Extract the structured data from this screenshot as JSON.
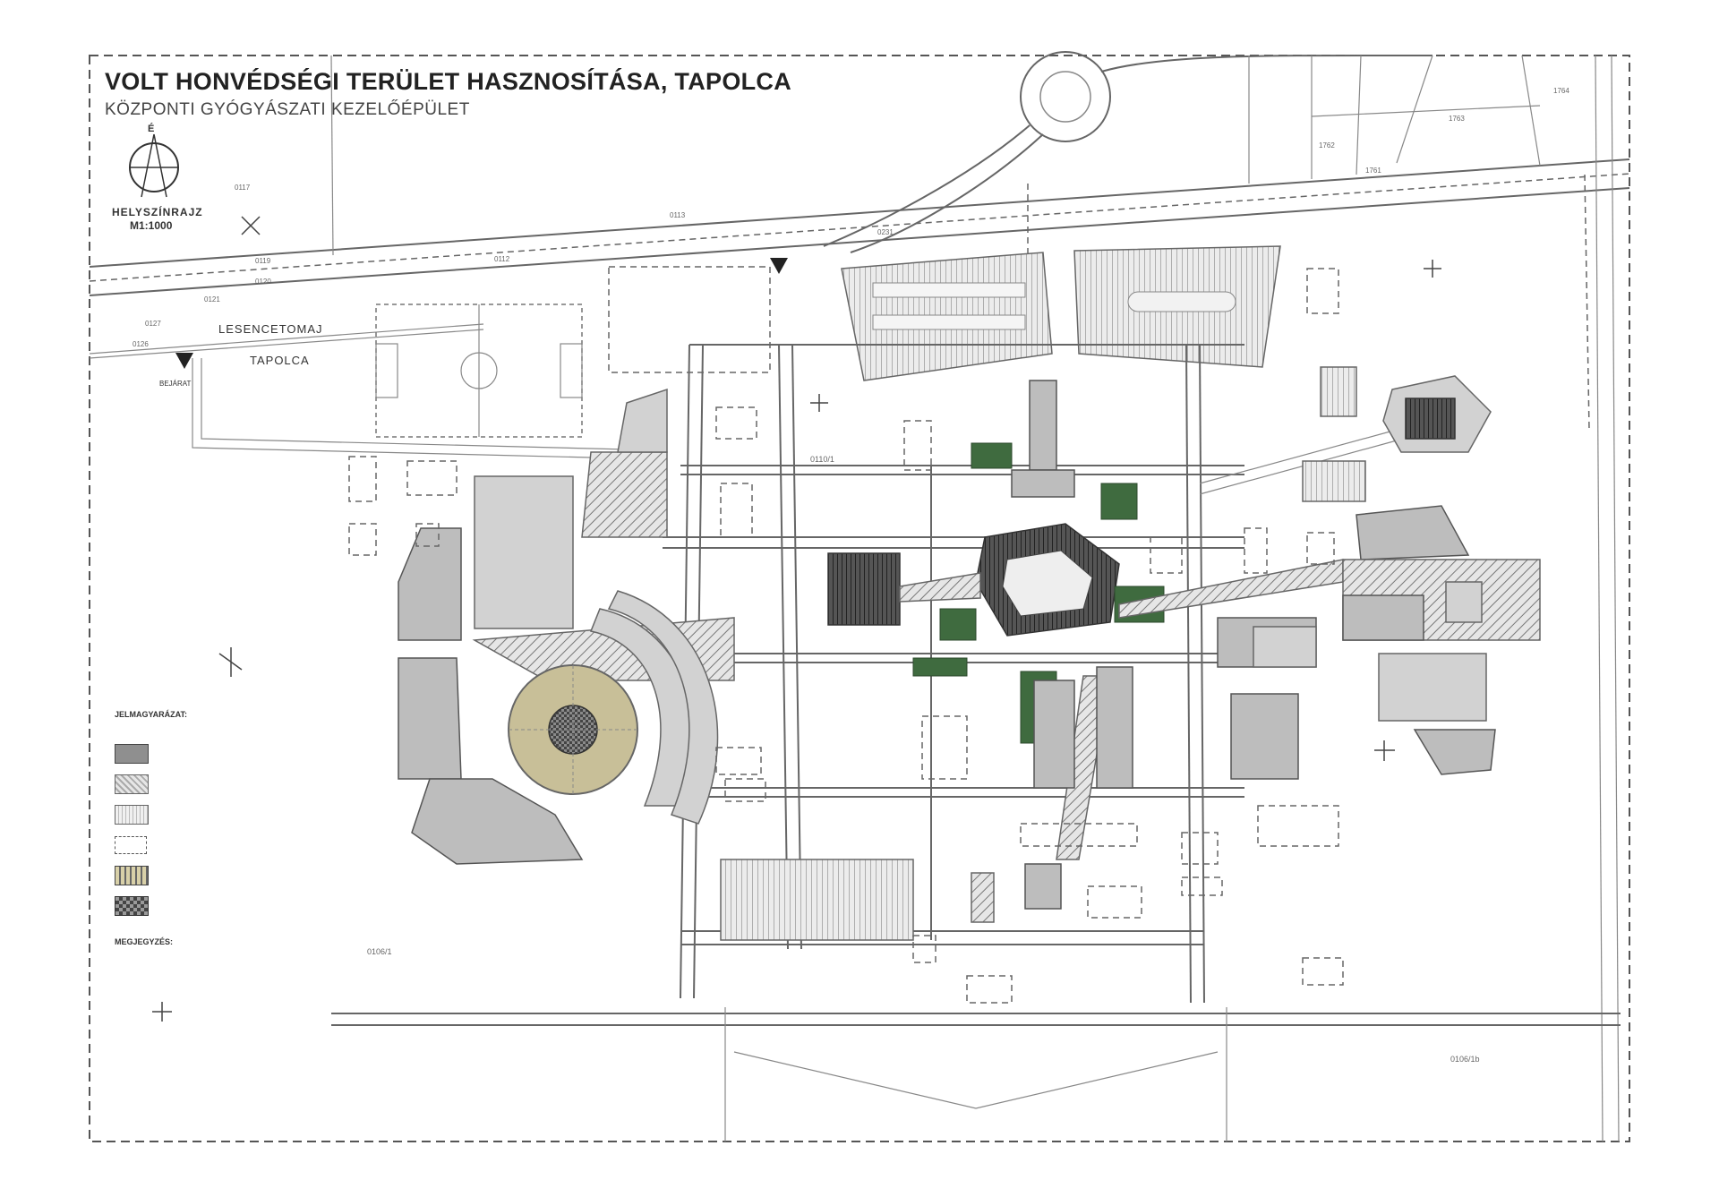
{
  "title": "VOLT HONVÉDSÉGI TERÜLET HASZNOSÍTÁSA, TAPOLCA",
  "subtitle": "KÖZPONTI GYÓGYÁSZATI KEZELŐÉPÜLET",
  "north_arrow": {
    "letter": "É",
    "icon": "north-arrow-icon"
  },
  "site_plan": {
    "label": "HELYSZÍNRAJZ",
    "scale": "M1:1000"
  },
  "places": {
    "lesencetomaj": "LESENCETOMAJ",
    "tapolca": "TAPOLCA",
    "bejarat": "BEJÁRAT"
  },
  "parcels": [
    "0117",
    "0113",
    "0119",
    "0120",
    "0121",
    "0127",
    "0126",
    "0112",
    "0110/1",
    "0106/1",
    "0106/1b",
    "1764",
    "1763",
    "1762",
    "1761",
    "0231"
  ],
  "legend": {
    "heading": "JELMAGYARÁZAT:",
    "items": [
      "",
      "",
      "",
      "",
      "",
      ""
    ],
    "note_heading": "MEGJEGYZÉS:"
  },
  "colors": {
    "building": "#bdbdbd",
    "green_area": "#3f6b3f",
    "stadium_ring": "#c8bf98"
  }
}
